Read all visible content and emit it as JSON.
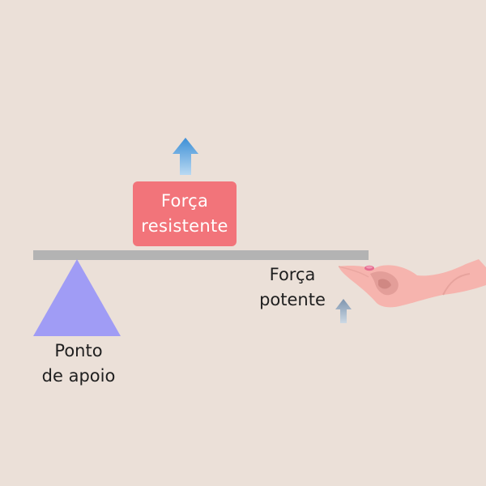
{
  "resistance_box": {
    "line1": "Força",
    "line2": "resistente"
  },
  "effort_label": {
    "line1": "Força",
    "line2": "potente"
  },
  "fulcrum_label": {
    "line1": "Ponto",
    "line2": "de apoio"
  },
  "colors": {
    "background": "#ebe0d8",
    "beam": "#b3b3b3",
    "resistance_box": "#f2747a",
    "fulcrum": "#a09cf5",
    "arrow_blue": "#3d8fd6",
    "arrow_gray": "#8fa5bd",
    "hand": "#f6b4ae"
  },
  "icons": [
    "up-arrow-icon",
    "up-arrow-small-icon",
    "hand-icon",
    "fulcrum-triangle-icon"
  ]
}
